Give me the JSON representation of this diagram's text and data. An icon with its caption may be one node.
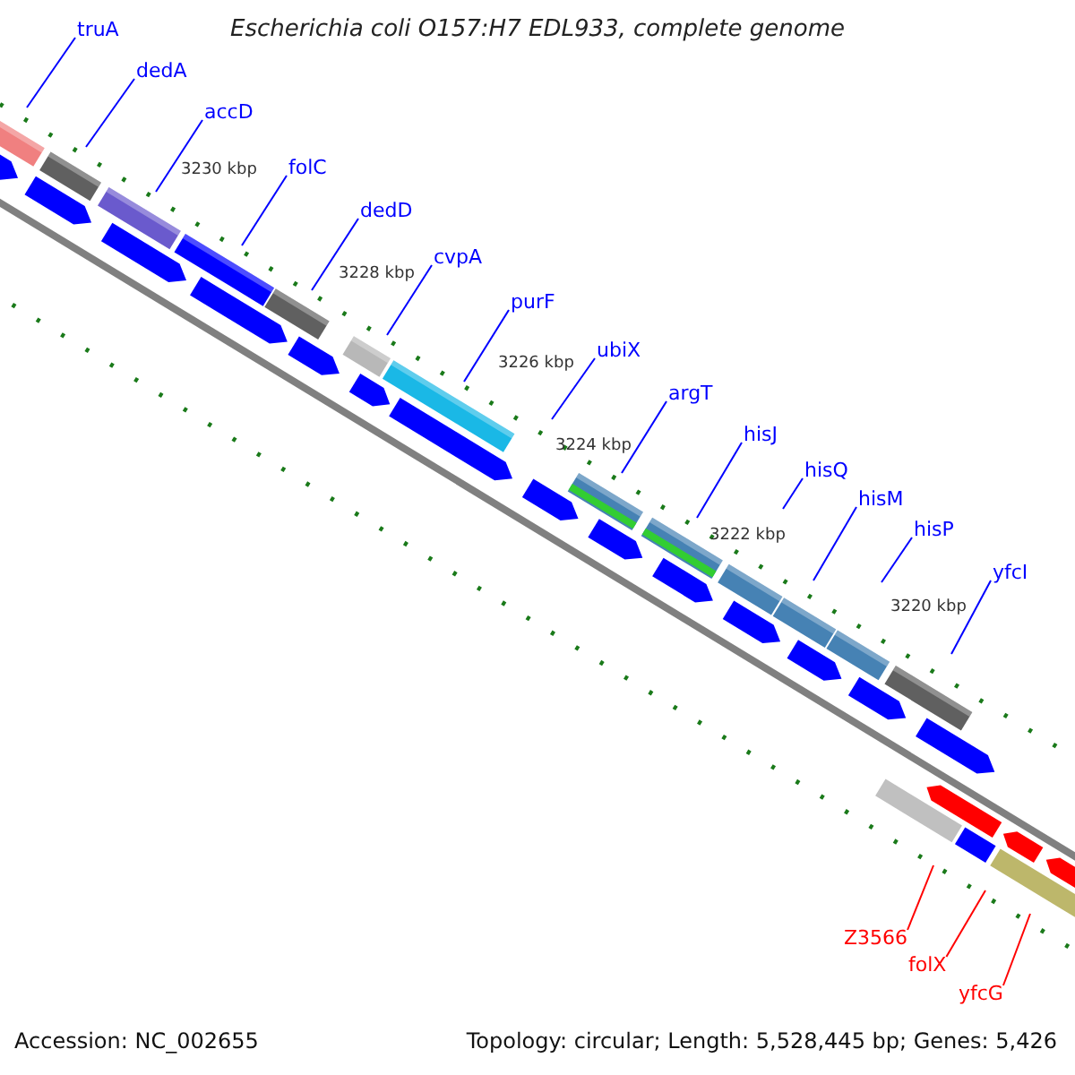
{
  "diagram": {
    "title": "Escherichia coli O157:H7 EDL933, complete genome",
    "nodes": [
      {
        "text": [
          "truA"
        ]
      },
      {
        "text": [
          "dedA"
        ]
      },
      {
        "text": [
          "accD"
        ]
      },
      {
        "text": [
          "folC"
        ]
      },
      {
        "text": [
          "dedD"
        ]
      },
      {
        "text": [
          "cvpA"
        ]
      },
      {
        "text": [
          "purF"
        ]
      },
      {
        "text": [
          "ubiX"
        ]
      },
      {
        "text": [
          "argT"
        ]
      },
      {
        "text": [
          "hisJ"
        ]
      },
      {
        "text": [
          "hisQ"
        ]
      },
      {
        "text": [
          "hisM"
        ]
      },
      {
        "text": [
          "hisP"
        ]
      },
      {
        "text": [
          "yfcI"
        ]
      },
      {
        "text": [
          "Z3566"
        ]
      },
      {
        "text": [
          "folX"
        ]
      },
      {
        "text": [
          "yfcG"
        ]
      }
    ],
    "edges": [
      {
        "from": 0,
        "to": null,
        "arrow": "none"
      },
      {
        "from": 1,
        "to": null,
        "arrow": "none"
      },
      {
        "from": 2,
        "to": null,
        "arrow": "none"
      },
      {
        "from": 3,
        "to": null,
        "arrow": "none"
      },
      {
        "from": 4,
        "to": null,
        "arrow": "none"
      },
      {
        "from": 5,
        "to": null,
        "arrow": "none"
      },
      {
        "from": 6,
        "to": null,
        "arrow": "none"
      },
      {
        "from": 7,
        "to": null,
        "arrow": "none"
      },
      {
        "from": 8,
        "to": null,
        "arrow": "none"
      },
      {
        "from": 9,
        "to": null,
        "arrow": "none"
      },
      {
        "from": 10,
        "to": null,
        "arrow": "none"
      },
      {
        "from": 11,
        "to": null,
        "arrow": "none"
      },
      {
        "from": 12,
        "to": null,
        "arrow": "none"
      },
      {
        "from": 13,
        "to": null,
        "arrow": "none"
      },
      {
        "from": 14,
        "to": null,
        "arrow": "none",
        "color": "#ff0000"
      },
      {
        "from": 15,
        "to": null,
        "arrow": "none",
        "color": "#ff0000"
      },
      {
        "from": 16,
        "to": null,
        "arrow": "none",
        "color": "#ff0000"
      }
    ],
    "labels": [
      "3230 kbp",
      "3228 kbp",
      "3226 kbp",
      "3224 kbp",
      "3222 kbp",
      "3220 kbp",
      "Accession: NC_002655",
      "Topology: circular; Length: 5,528,445 bp; Genes: 5,426"
    ]
  }
}
